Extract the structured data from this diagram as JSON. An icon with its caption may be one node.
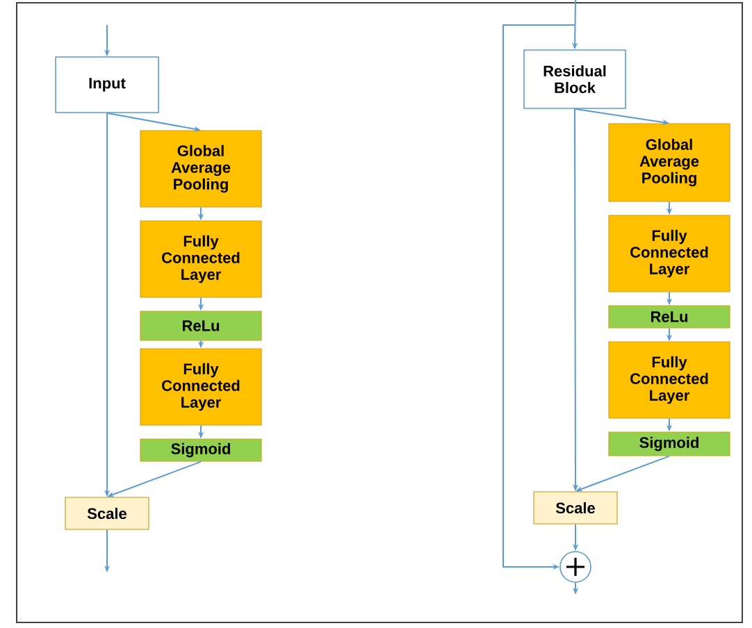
{
  "diagram": {
    "nodes": [
      {
        "text": [
          "Input"
        ]
      },
      {
        "text": [
          "Global Average Pooling"
        ]
      },
      {
        "text": [
          "Fully Connected Layer"
        ]
      },
      {
        "text": [
          "ReLu"
        ]
      },
      {
        "text": [
          "Fully Connected Layer"
        ]
      },
      {
        "text": [
          "Sigmoid"
        ]
      },
      {
        "text": [
          "Scale"
        ]
      },
      {
        "text": [
          "Residual Block"
        ]
      },
      {
        "text": [
          "Global Average Pooling"
        ]
      },
      {
        "text": [
          "Fully Connected Layer"
        ]
      },
      {
        "text": [
          "ReLu"
        ]
      },
      {
        "text": [
          "Fully Connected Layer"
        ]
      },
      {
        "text": [
          "Sigmoid"
        ]
      },
      {
        "text": [
          "Scale"
        ]
      },
      {
        "text": [],
        "shape": "circle"
      }
    ],
    "edges": [
      {
        "from": null,
        "to": 0,
        "arrow": "to"
      },
      {
        "from": 0,
        "to": 1,
        "arrow": "to"
      },
      {
        "from": 0,
        "to": 6,
        "arrow": "to"
      },
      {
        "from": 1,
        "to": 2,
        "arrow": "to"
      },
      {
        "from": 2,
        "to": 3,
        "arrow": "to"
      },
      {
        "from": 3,
        "to": 4,
        "arrow": "to"
      },
      {
        "from": 4,
        "to": 5,
        "arrow": "to"
      },
      {
        "from": 5,
        "to": 6,
        "arrow": "to"
      },
      {
        "from": 6,
        "to": null,
        "arrow": "to"
      },
      {
        "from": null,
        "to": 7,
        "arrow": "to"
      },
      {
        "from": 7,
        "to": 8,
        "arrow": "to"
      },
      {
        "from": 7,
        "to": 13,
        "arrow": "to"
      },
      {
        "from": 8,
        "to": 9,
        "arrow": "to"
      },
      {
        "from": 9,
        "to": 10,
        "arrow": "to"
      },
      {
        "from": 10,
        "to": 11,
        "arrow": "to"
      },
      {
        "from": 11,
        "to": 12,
        "arrow": "to"
      },
      {
        "from": 12,
        "to": 13,
        "arrow": "to"
      },
      {
        "from": 13,
        "to": 14,
        "arrow": "to"
      },
      {
        "from": null,
        "to": 14,
        "arrow": "to"
      },
      {
        "from": 14,
        "to": null,
        "arrow": "to"
      }
    ]
  }
}
